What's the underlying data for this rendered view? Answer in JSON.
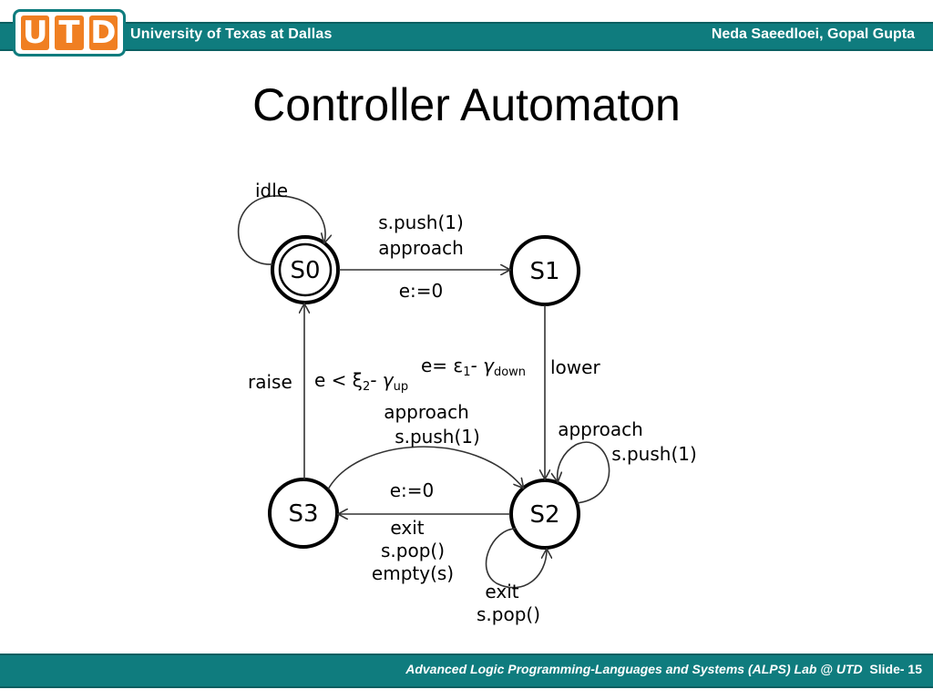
{
  "header": {
    "logo_letters": [
      "U",
      "T",
      "D"
    ],
    "university": "University of Texas at Dallas",
    "authors": "Neda Saeedloei, Gopal Gupta"
  },
  "title": "Controller Automaton",
  "diagram": {
    "states": [
      "S0",
      "S1",
      "S2",
      "S3"
    ],
    "labels": {
      "idle": "idle",
      "s0_s1_push": "s.push(1)",
      "s0_s1_approach": "approach",
      "s0_s1_reset": "e:=0",
      "s1_s2_guard_prefix": "e= ε",
      "s1_s2_guard_sub1": "1",
      "s1_s2_guard_minus": "- γ",
      "s1_s2_guard_sub2": "down",
      "s1_s2_action": "lower",
      "s3_s0_action": "raise",
      "s3_s0_guard_prefix": "e < ξ",
      "s3_s0_guard_sub1": "2",
      "s3_s0_guard_minus": "- γ",
      "s3_s0_guard_sub2": "up",
      "s3_s2_approach": "approach",
      "s3_s2_push": "s.push(1)",
      "s2_self_approach": "approach",
      "s2_self_push": "s.push(1)",
      "s2_s3_reset": "e:=0",
      "s2_s3_exit": "exit",
      "s2_s3_pop": "s.pop()",
      "s2_s3_empty": "empty(s)",
      "s2_loop_exit": "exit",
      "s2_loop_pop": "s.pop()"
    }
  },
  "footer": {
    "lab": "Advanced Logic Programming-Languages and Systems (ALPS) Lab @ UTD",
    "slide": "Slide- 15"
  }
}
